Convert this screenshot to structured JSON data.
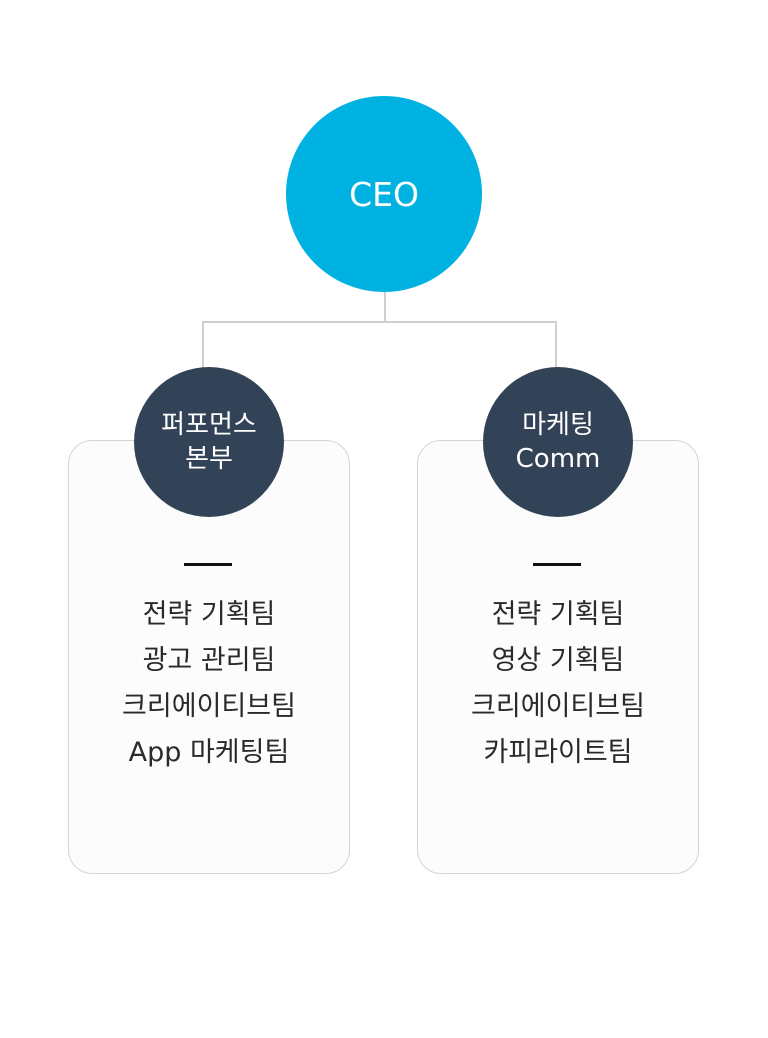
{
  "ceo": {
    "label": "CEO"
  },
  "departments": [
    {
      "name_line1": "퍼포먼스",
      "name_line2": "본부",
      "teams": [
        "전략 기획팀",
        "광고 관리팀",
        "크리에이티브팀",
        "App 마케팅팀"
      ]
    },
    {
      "name_line1": "마케팅",
      "name_line2": "Comm",
      "teams": [
        "전략 기획팀",
        "영상 기획팀",
        "크리에이티브팀",
        "카피라이트팀"
      ]
    }
  ],
  "colors": {
    "ceo_circle": "#00b2e2",
    "department_circle": "#334357",
    "connector": "#cfcfcf",
    "card_border": "#d4d4d4",
    "text": "#2a2a2a"
  }
}
